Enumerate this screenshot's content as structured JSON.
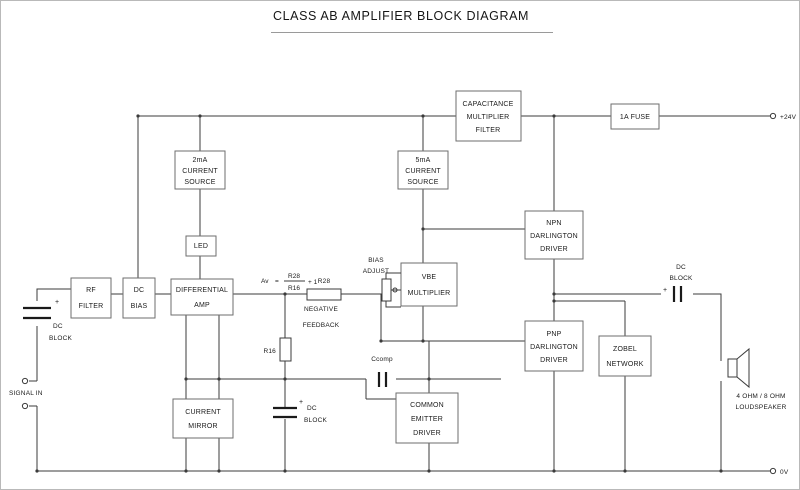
{
  "title": "CLASS AB AMPLIFIER BLOCK DIAGRAM",
  "blocks": {
    "rf_filter": {
      "line1": "RF",
      "line2": "FILTER"
    },
    "dc_bias": {
      "line1": "DC",
      "line2": "BIAS"
    },
    "differential_amp": {
      "line1": "DIFFERENTIAL",
      "line2": "AMP"
    },
    "current_source_2ma": {
      "line1": "2mA",
      "line2": "CURRENT",
      "line3": "SOURCE"
    },
    "led": {
      "line1": "LED"
    },
    "current_mirror": {
      "line1": "CURRENT",
      "line2": "MIRROR"
    },
    "capacitance_multiplier": {
      "line1": "CAPACITANCE",
      "line2": "MULTIPLIER",
      "line3": "FILTER"
    },
    "current_source_5ma": {
      "line1": "5mA",
      "line2": "CURRENT",
      "line3": "SOURCE"
    },
    "vbe_multiplier": {
      "line1": "VBE",
      "line2": "MULTIPLIER"
    },
    "common_emitter_driver": {
      "line1": "COMMON",
      "line2": "EMITTER",
      "line3": "DRIVER"
    },
    "npn_darlington": {
      "line1": "NPN",
      "line2": "DARLINGTON",
      "line3": "DRIVER"
    },
    "pnp_darlington": {
      "line1": "PNP",
      "line2": "DARLINGTON",
      "line3": "DRIVER"
    },
    "zobel_network": {
      "line1": "ZOBEL",
      "line2": "NETWORK"
    },
    "fuse": {
      "line1": "1A FUSE"
    }
  },
  "labels": {
    "signal_in": "SIGNAL IN",
    "input_dc_block_l1": "DC",
    "input_dc_block_l2": "BLOCK",
    "input_dc_block_polarity": "+",
    "mid_dc_block_l1": "DC",
    "mid_dc_block_l2": "BLOCK",
    "mid_dc_block_polarity": "+",
    "output_dc_block_l1": "DC",
    "output_dc_block_l2": "BLOCK",
    "output_dc_block_polarity": "+",
    "bias_adjust_l1": "BIAS",
    "bias_adjust_l2": "ADJUST",
    "negative_feedback_l1": "NEGATIVE",
    "negative_feedback_l2": "FEEDBACK",
    "r28": "R28",
    "r16": "R16",
    "ccomp": "Ccomp",
    "speaker_l1": "4 OHM / 8 OHM",
    "speaker_l2": "LOUDSPEAKER",
    "supply_rail": "+24V",
    "ground_rail": "0V",
    "gain_formula": {
      "av": "Av",
      "equals": "=",
      "numerator": "R28",
      "denominator": "R16",
      "tail": "+ 1"
    }
  },
  "colors": {
    "wire": "#3b3b3b",
    "block_border": "#6e6e6e",
    "text": "#1a1a1a",
    "background": "#ffffff"
  }
}
